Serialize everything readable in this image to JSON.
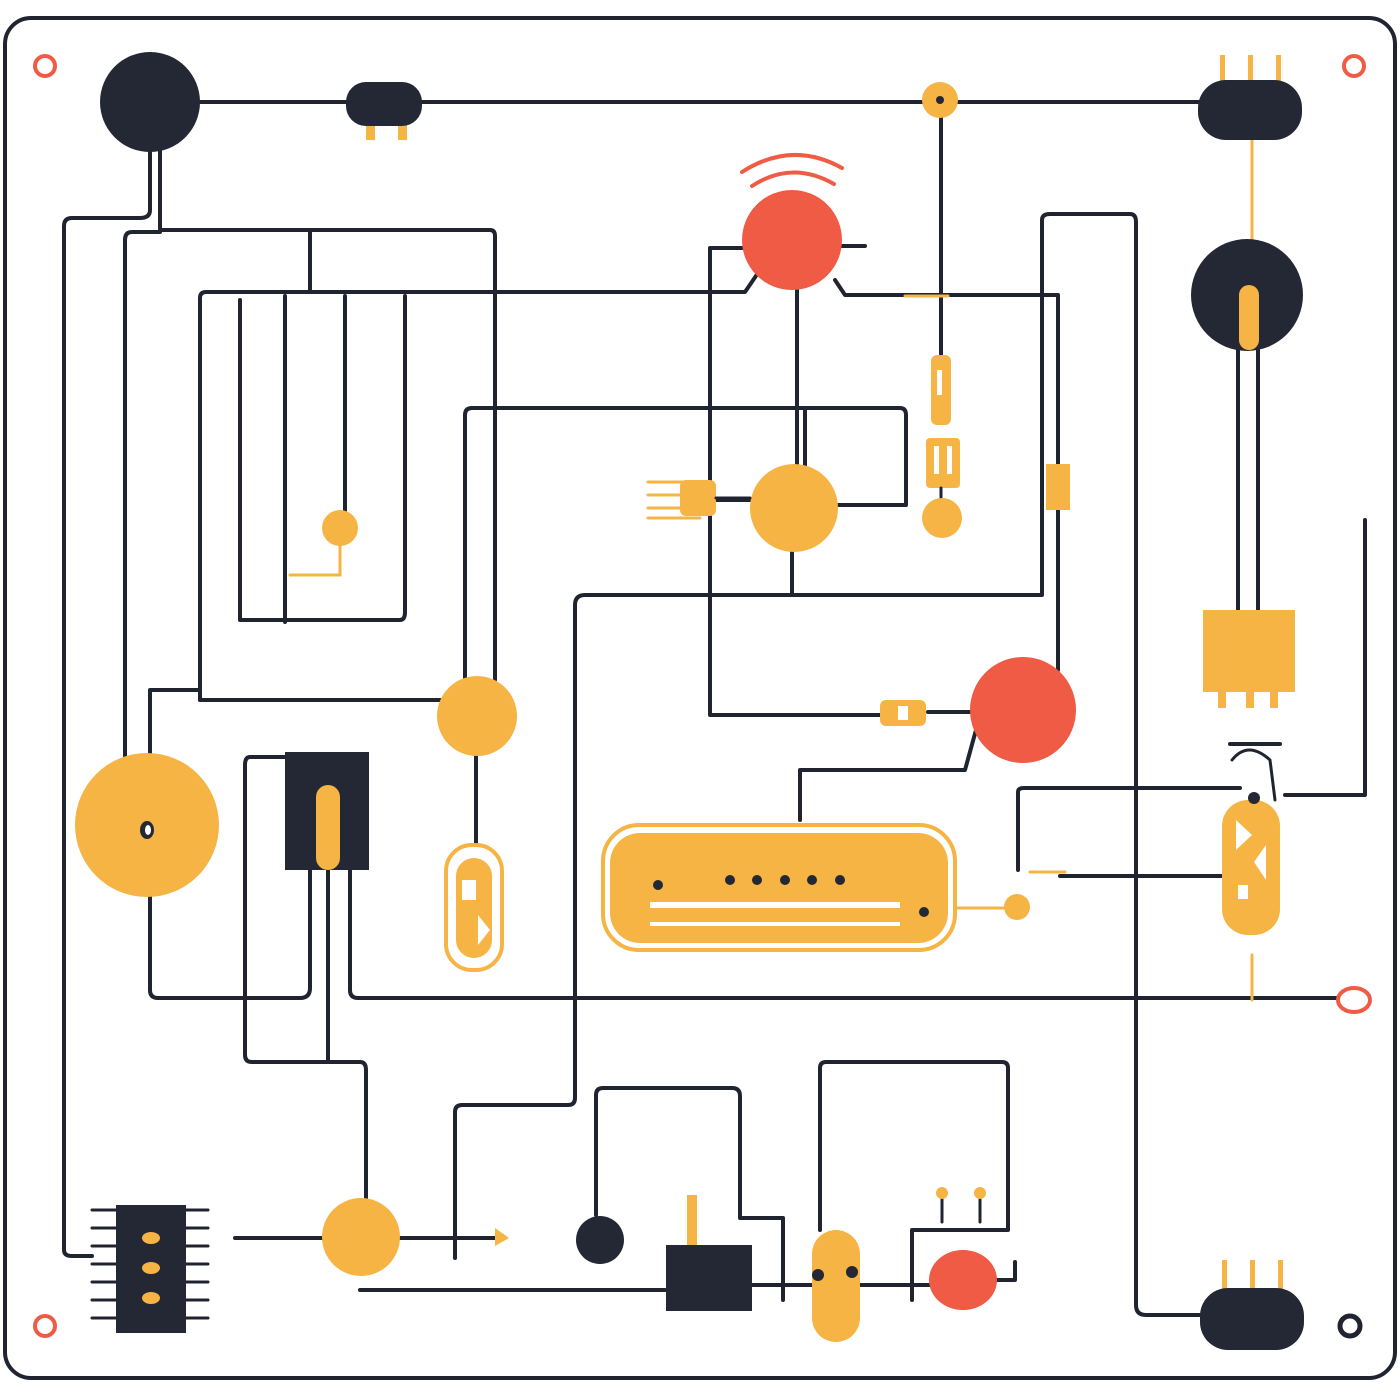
{
  "diagram": {
    "colors": {
      "background": "#ffffff",
      "border": "#1f2430",
      "trace": "#1f2430",
      "amber": "#f5b443",
      "red": "#ef5b45",
      "navy": "#232834"
    },
    "components": [
      {
        "name": "mounting-hole-top-left",
        "kind": "mounting-hole",
        "color": "red"
      },
      {
        "name": "mounting-hole-top-right",
        "kind": "mounting-hole",
        "color": "red"
      },
      {
        "name": "mounting-hole-bottom-left",
        "kind": "mounting-hole",
        "color": "red"
      },
      {
        "name": "mounting-hole-bottom-right",
        "kind": "mounting-hole",
        "color": "navy"
      },
      {
        "name": "large-node-top-left",
        "kind": "circle-node",
        "color": "navy"
      },
      {
        "name": "top-connector",
        "kind": "connector",
        "color": "navy"
      },
      {
        "name": "top-right-connector",
        "kind": "connector",
        "color": "navy"
      },
      {
        "name": "junction-node-top",
        "kind": "circle-node",
        "color": "amber"
      },
      {
        "name": "wireless-node",
        "kind": "circle-node",
        "color": "red"
      },
      {
        "name": "wifi-signal-icon",
        "kind": "signal",
        "color": "red"
      },
      {
        "name": "right-navy-node",
        "kind": "circle-node",
        "color": "navy"
      },
      {
        "name": "vertical-slider",
        "kind": "slider",
        "color": "amber"
      },
      {
        "name": "center-node",
        "kind": "circle-node",
        "color": "amber"
      },
      {
        "name": "fork-connector",
        "kind": "connector",
        "color": "amber"
      },
      {
        "name": "small-amber-node-left",
        "kind": "circle-node",
        "color": "amber"
      },
      {
        "name": "mid-amber-node",
        "kind": "circle-node",
        "color": "amber"
      },
      {
        "name": "red-node-right",
        "kind": "circle-node",
        "color": "red"
      },
      {
        "name": "right-relay-block",
        "kind": "block",
        "color": "amber"
      },
      {
        "name": "right-bulb",
        "kind": "bulb",
        "color": "amber"
      },
      {
        "name": "large-amber-node",
        "kind": "circle-node",
        "color": "amber"
      },
      {
        "name": "navy-switch-block",
        "kind": "switch",
        "color": "navy"
      },
      {
        "name": "capsule-component",
        "kind": "capsule",
        "color": "amber"
      },
      {
        "name": "tube-component",
        "kind": "tube",
        "color": "amber"
      },
      {
        "name": "ic-chip",
        "kind": "chip",
        "color": "navy"
      },
      {
        "name": "bottom-amber-node",
        "kind": "circle-node",
        "color": "amber"
      },
      {
        "name": "bottom-navy-node",
        "kind": "circle-node",
        "color": "navy"
      },
      {
        "name": "bottom-navy-block",
        "kind": "block",
        "color": "navy"
      },
      {
        "name": "bottom-amber-capsule",
        "kind": "capsule",
        "color": "amber"
      },
      {
        "name": "bottom-red-node",
        "kind": "circle-node",
        "color": "red"
      },
      {
        "name": "bottom-right-connector",
        "kind": "connector",
        "color": "navy"
      },
      {
        "name": "right-edge-terminal",
        "kind": "terminal",
        "color": "red"
      }
    ]
  }
}
